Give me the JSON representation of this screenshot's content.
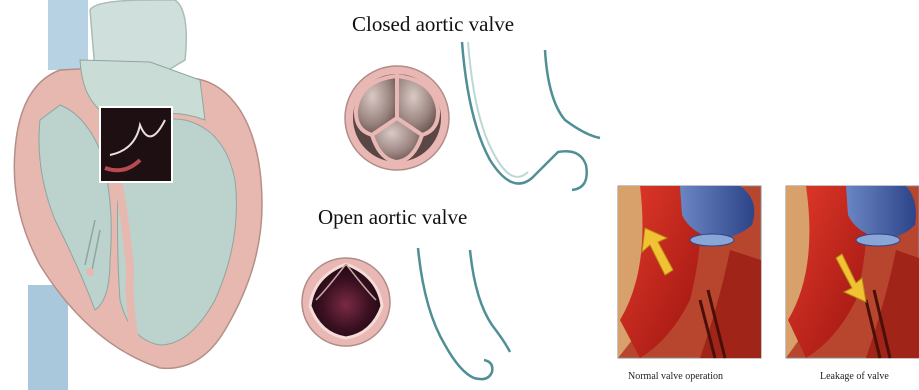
{
  "labels": {
    "closed": "Closed aortic valve",
    "open": "Open aortic valve",
    "normal": "Normal valve operation",
    "leakage": "Leakage of valve"
  },
  "colors": {
    "heart_fill": "#bcd2cc",
    "heart_wall": "#e6b8b0",
    "vessel_blue": "#a9c8dc",
    "valve_rim": "#e9b8b4",
    "valve_line": "#4f8f95",
    "blood_red": "#c8201c",
    "vein_blue": "#3f5f9e",
    "arrow_yellow": "#f1c233"
  }
}
